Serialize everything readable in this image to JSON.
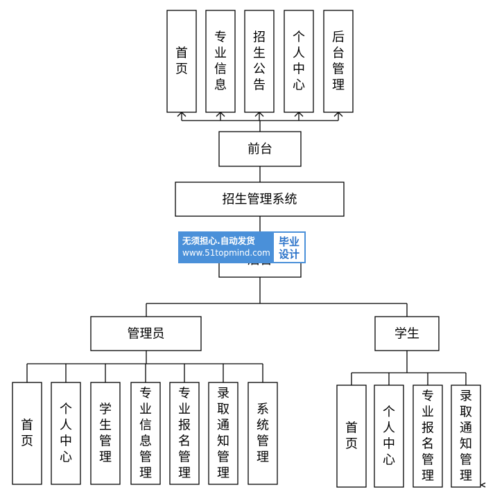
{
  "diagram": {
    "frontend_menu": [
      "首页",
      "专业信息",
      "招生公告",
      "个人中心",
      "后台管理"
    ],
    "frontend": "前台",
    "system": "招生管理系统",
    "backend": "后台",
    "roles": {
      "admin": {
        "label": "管理员",
        "children": [
          "首页",
          "个人中心",
          "学生管理",
          "专业信息管理",
          "专业报名管理",
          "录取通知管理",
          "系统管理"
        ]
      },
      "student": {
        "label": "学生",
        "children": [
          "首页",
          "个人中心",
          "专业报名管理",
          "录取通知管理"
        ]
      }
    }
  },
  "watermark": {
    "line1": "无须担心.自动发货",
    "line2": "www.51topmind.com",
    "badge_line1": "毕业",
    "badge_line2": "设计",
    "color": "#4a90d9"
  }
}
